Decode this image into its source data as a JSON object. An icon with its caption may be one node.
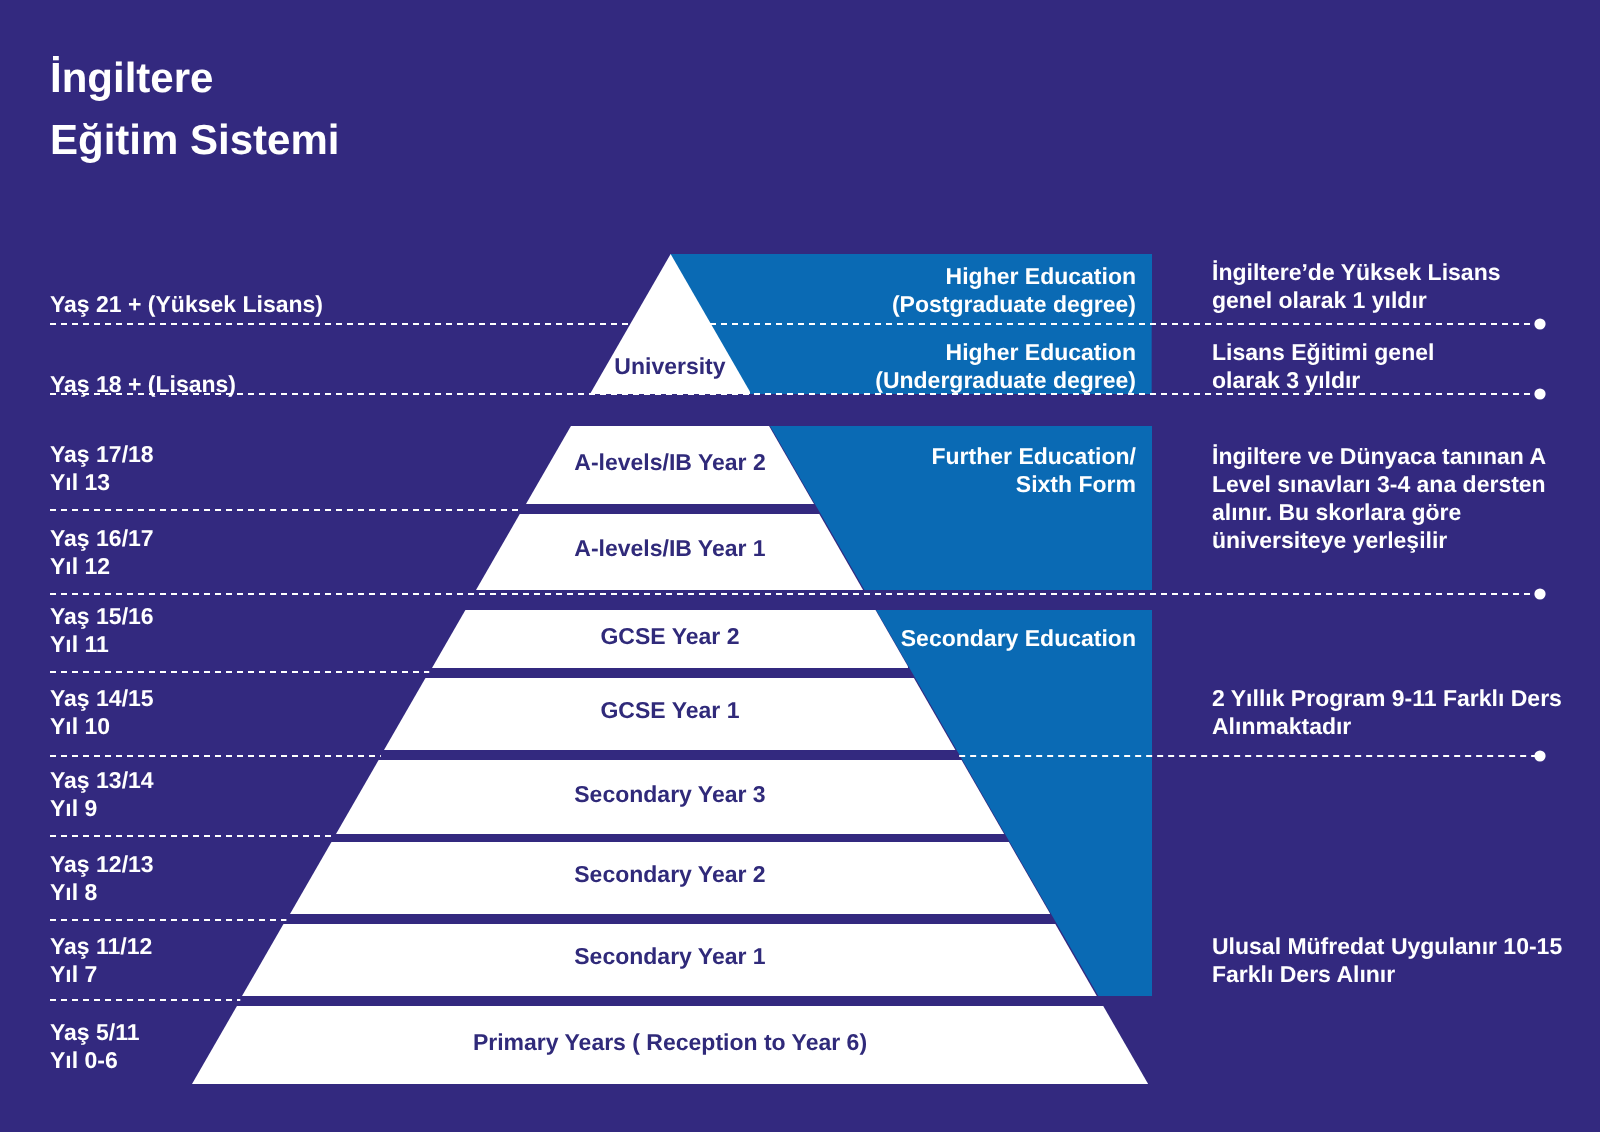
{
  "diagram": {
    "title": "İngiltere Eğitim Sistemi",
    "nodes": [
      {
        "text": [
          "University"
        ]
      },
      {
        "text": [
          "Higher Education (Postgraduate degree)"
        ]
      },
      {
        "text": [
          "Higher Education (Undergraduate degree)"
        ]
      },
      {
        "text": [
          "A-levels/IB Year 2"
        ]
      },
      {
        "text": [
          "Further Education/ Sixth Form"
        ]
      },
      {
        "text": [
          "A-levels/IB Year 1"
        ]
      },
      {
        "text": [
          "GCSE Year 2"
        ]
      },
      {
        "text": [
          "Secondary Education"
        ]
      },
      {
        "text": [
          "GCSE Year 1"
        ]
      },
      {
        "text": [
          "Secondary Year 3"
        ]
      },
      {
        "text": [
          "Secondary Year 2"
        ]
      },
      {
        "text": [
          "Secondary Year 1"
        ]
      },
      {
        "text": [
          "Primary Years ( Reception to Year 6)"
        ]
      }
    ],
    "edges": [],
    "labels": [
      "Yaş 21 + (Yüksek Lisans)",
      "İngiltere’de Yüksek Lisans genel olarak 1 yıldır",
      "Yaş 18 + (Lisans)",
      "Lisans Eğitimi genel olarak 3 yıldır",
      "Yaş 17/18",
      "Yıl 13",
      "İngiltere ve Dünyaca tanınan A Level sınavları 3-4 ana dersten alınır. Bu skorlara göre üniversiteye yerleşilir",
      "Yaş 16/17",
      "Yıl 12",
      "Yaş 15/16",
      "Yıl 11",
      "Yaş 14/15",
      "Yıl 10",
      "2 Yıllık Program 9-11 Farklı Ders Alınmaktadır",
      "Yaş 13/14",
      "Yıl 9",
      "Yaş 12/13",
      "Yıl 8",
      "Yaş 11/12",
      "Yıl 7",
      "Ulusal Müfredat Uygulanır 10-15 Farklı Ders Alınır",
      "Yaş 5/11",
      "Yıl 0-6"
    ]
  }
}
